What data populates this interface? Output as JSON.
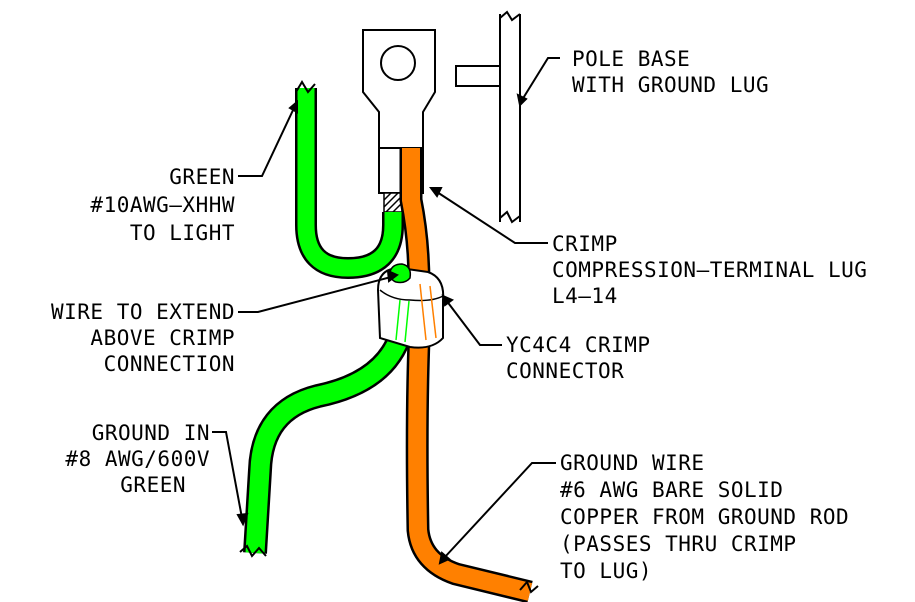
{
  "colors": {
    "green_wire": "#00ff00",
    "copper_wire": "#ff8000",
    "outline": "#000000",
    "background": "#ffffff"
  },
  "labels": {
    "pole_base": [
      "POLE BASE",
      "WITH GROUND LUG"
    ],
    "green_light": [
      "GREEN",
      "#10AWG—XHHW",
      "TO LIGHT"
    ],
    "crimp_lug": [
      "CRIMP",
      "COMPRESSION—TERMINAL LUG",
      "L4—14"
    ],
    "extend": [
      "WIRE TO EXTEND",
      "ABOVE CRIMP",
      "CONNECTION"
    ],
    "yc4c4": [
      "YC4C4 CRIMP",
      "CONNECTOR"
    ],
    "ground_in": [
      "GROUND IN",
      "#8 AWG/600V",
      "GREEN"
    ],
    "ground_wire": [
      "GROUND WIRE",
      "#6 AWG BARE SOLID",
      "COPPER FROM GROUND ROD",
      "(PASSES THRU CRIMP",
      "TO LUG)"
    ]
  }
}
